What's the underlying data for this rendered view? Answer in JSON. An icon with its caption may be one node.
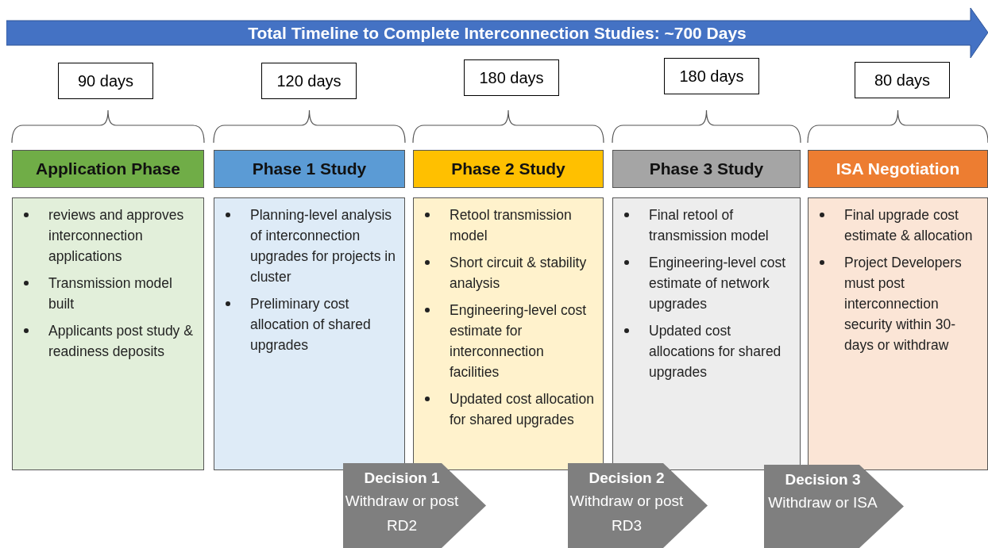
{
  "diagram": {
    "nodes": [
      {
        "text": [
          "Total Timeline to Complete Interconnection Studies: ~700 Days"
        ]
      },
      {
        "text": [
          "90 days"
        ]
      },
      {
        "text": [
          "120 days"
        ]
      },
      {
        "text": [
          "180 days"
        ]
      },
      {
        "text": [
          "180 days"
        ]
      },
      {
        "text": [
          "80 days"
        ]
      },
      {
        "text": [
          "Application Phase"
        ]
      },
      {
        "text": [
          "reviews and approves interconnection applications",
          "Transmission model built",
          "Applicants post study & readiness deposits"
        ]
      },
      {
        "text": [
          "Phase 1 Study"
        ]
      },
      {
        "text": [
          "Planning-level analysis of interconnection upgrades for projects in cluster",
          "Preliminary cost allocation of shared upgrades"
        ]
      },
      {
        "text": [
          "Phase 2 Study"
        ]
      },
      {
        "text": [
          "Retool transmission model",
          "Short circuit & stability analysis",
          "Engineering-level cost estimate for interconnection facilities",
          "Updated cost allocation for shared upgrades"
        ]
      },
      {
        "text": [
          "Phase 3 Study"
        ]
      },
      {
        "text": [
          "Final retool of transmission model",
          "Engineering-level cost estimate of network upgrades",
          "Updated cost allocations for shared upgrades"
        ]
      },
      {
        "text": [
          "ISA Negotiation"
        ]
      },
      {
        "text": [
          "Final upgrade cost estimate & allocation",
          "Project Developers must post interconnection security within 30-days or withdraw"
        ]
      },
      {
        "text": [
          "Decision 1",
          "Withdraw or post RD2"
        ]
      },
      {
        "text": [
          "Decision 2",
          "Withdraw or post RD3"
        ]
      },
      {
        "text": [
          "Decision 3",
          "Withdraw or ISA"
        ]
      }
    ]
  }
}
